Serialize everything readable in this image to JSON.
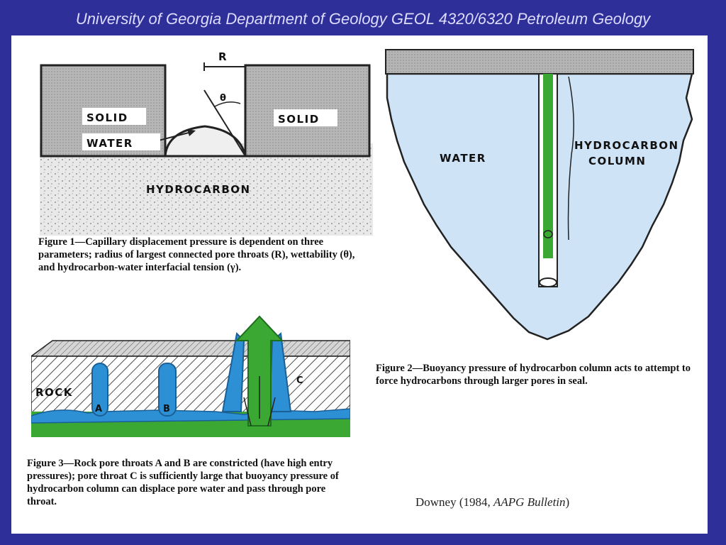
{
  "title": "University of Georgia Department of Geology GEOL 4320/6320 Petroleum Geology",
  "figure1": {
    "labels": {
      "solid_left": "SOLID",
      "solid_right": "SOLID",
      "water": "WATER",
      "hydrocarbon": "HYDROCARBON",
      "r": "R",
      "theta": "θ"
    },
    "caption_label": "Figure 1—",
    "caption": "Capillary displacement pressure is dependent on three parameters; radius of largest connected pore throats (R), wettability (θ), and hydrocarbon-water interfacial tension (γ)."
  },
  "figure2": {
    "labels": {
      "water": "WATER",
      "hydrocarbon_1": "HYDROCARBON",
      "hydrocarbon_2": "COLUMN"
    },
    "caption_label": "Figure 2—",
    "caption": "Buoyancy pressure of hydrocarbon column acts to attempt to force hydrocarbons through larger pores in seal."
  },
  "figure3": {
    "labels": {
      "rock": "ROCK",
      "a": "A",
      "b": "B",
      "c": "C"
    },
    "caption_label": "Figure 3—",
    "caption": "Rock pore throats A and B are constricted (have high entry pressures); pore throat C is sufficiently large that buoyancy pressure of hydrocarbon column can displace pore water and pass through pore throat."
  },
  "credit": {
    "author": "Downey (1984, ",
    "journal": "AAPG Bulletin",
    "close": ")"
  },
  "colors": {
    "background": "#2f2f9a",
    "water_blue": "#cfe3f7",
    "hydrocarbon_green": "#3aa832",
    "pore_blue": "#2d8fd4"
  }
}
